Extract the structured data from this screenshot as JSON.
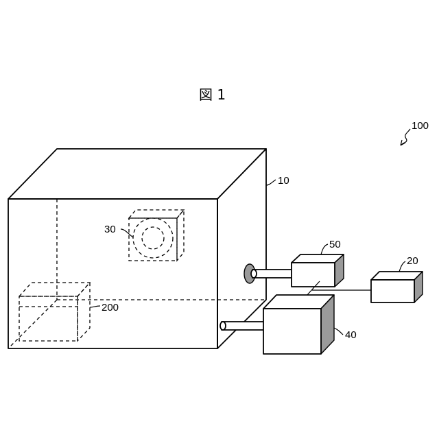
{
  "figure": {
    "title": "図 1"
  },
  "labels": {
    "system": "100",
    "chamber": "10",
    "unit_20": "20",
    "unit_30": "30",
    "unit_40": "40",
    "unit_50": "50",
    "object": "200"
  }
}
